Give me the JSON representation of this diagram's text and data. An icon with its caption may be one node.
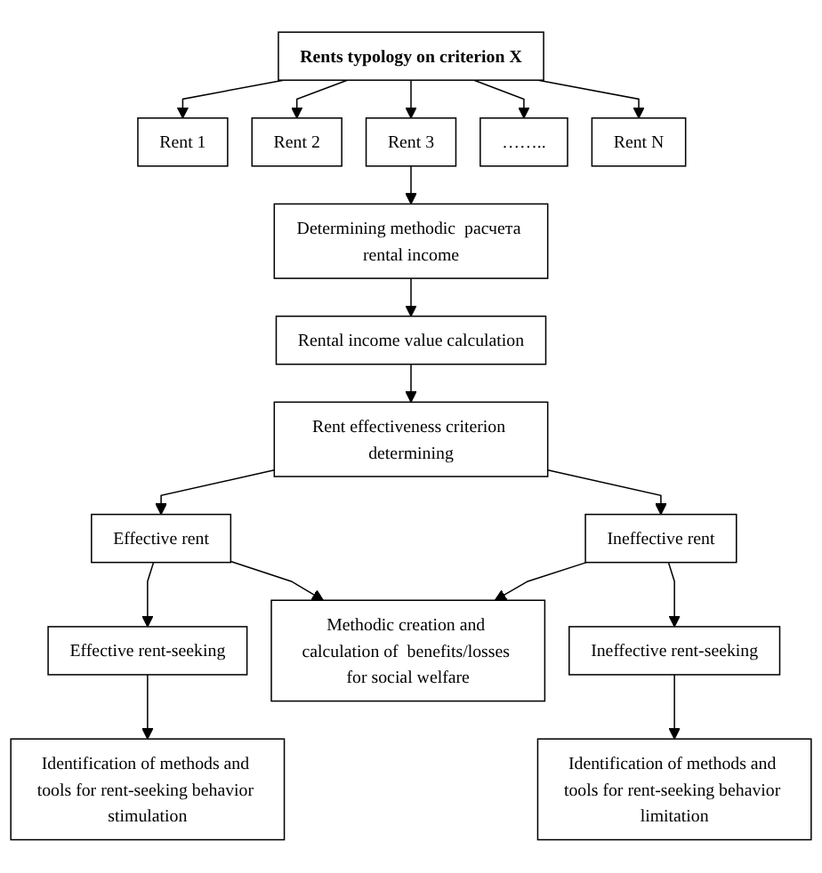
{
  "diagram": {
    "nodes": [
      {
        "text": [
          "Rents typology on criterion X"
        ]
      },
      {
        "text": [
          "Rent 1"
        ]
      },
      {
        "text": [
          "Rent 2"
        ]
      },
      {
        "text": [
          "Rent 3"
        ]
      },
      {
        "text": [
          "…….."
        ]
      },
      {
        "text": [
          "Rent N"
        ]
      },
      {
        "text": [
          "Determining methodic  расчета rental income"
        ]
      },
      {
        "text": [
          "Rental income value calculation"
        ]
      },
      {
        "text": [
          "Rent effectiveness criterion determining"
        ]
      },
      {
        "text": [
          "Effective rent"
        ]
      },
      {
        "text": [
          "Ineffective rent"
        ]
      },
      {
        "text": [
          "Effective rent-seeking"
        ]
      },
      {
        "text": [
          "Methodic creation and calculation of  benefits/losses for social welfare"
        ]
      },
      {
        "text": [
          "Ineffective rent-seeking"
        ]
      },
      {
        "text": [
          "Identification of methods and tools for rent-seeking behavior stimulation"
        ]
      },
      {
        "text": [
          "Identification of methods and tools for rent-seeking behavior limitation"
        ]
      }
    ],
    "edges": [
      {
        "from": 0,
        "to": 1,
        "arrow": "to"
      },
      {
        "from": 0,
        "to": 2,
        "arrow": "to"
      },
      {
        "from": 0,
        "to": 3,
        "arrow": "to"
      },
      {
        "from": 0,
        "to": 4,
        "arrow": "to"
      },
      {
        "from": 0,
        "to": 5,
        "arrow": "to"
      },
      {
        "from": 3,
        "to": 6,
        "arrow": "to"
      },
      {
        "from": 6,
        "to": 7,
        "arrow": "to"
      },
      {
        "from": 7,
        "to": 8,
        "arrow": "to"
      },
      {
        "from": 8,
        "to": 9,
        "arrow": "to"
      },
      {
        "from": 8,
        "to": 10,
        "arrow": "to"
      },
      {
        "from": 9,
        "to": 11,
        "arrow": "to"
      },
      {
        "from": 9,
        "to": 12,
        "arrow": "to"
      },
      {
        "from": 10,
        "to": 12,
        "arrow": "to"
      },
      {
        "from": 10,
        "to": 13,
        "arrow": "to"
      },
      {
        "from": 11,
        "to": 14,
        "arrow": "to"
      },
      {
        "from": 13,
        "to": 15,
        "arrow": "to"
      }
    ]
  }
}
